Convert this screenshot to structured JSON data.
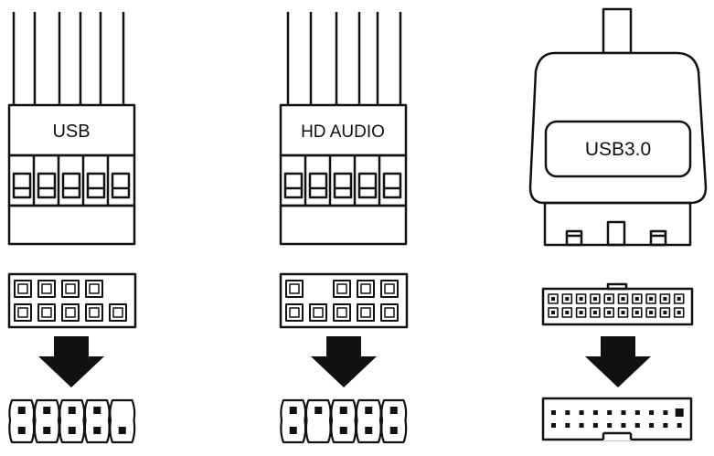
{
  "connectors": {
    "usb": {
      "label": "USB"
    },
    "hd_audio": {
      "label": "HD AUDIO"
    },
    "usb3": {
      "label": "USB3.0"
    }
  },
  "colors": {
    "stroke": "#111111",
    "fill": "#ffffff",
    "arrow": "#111111"
  },
  "icons": [
    "connector-plug-icon",
    "pin-header-icon",
    "arrow-down-icon"
  ]
}
